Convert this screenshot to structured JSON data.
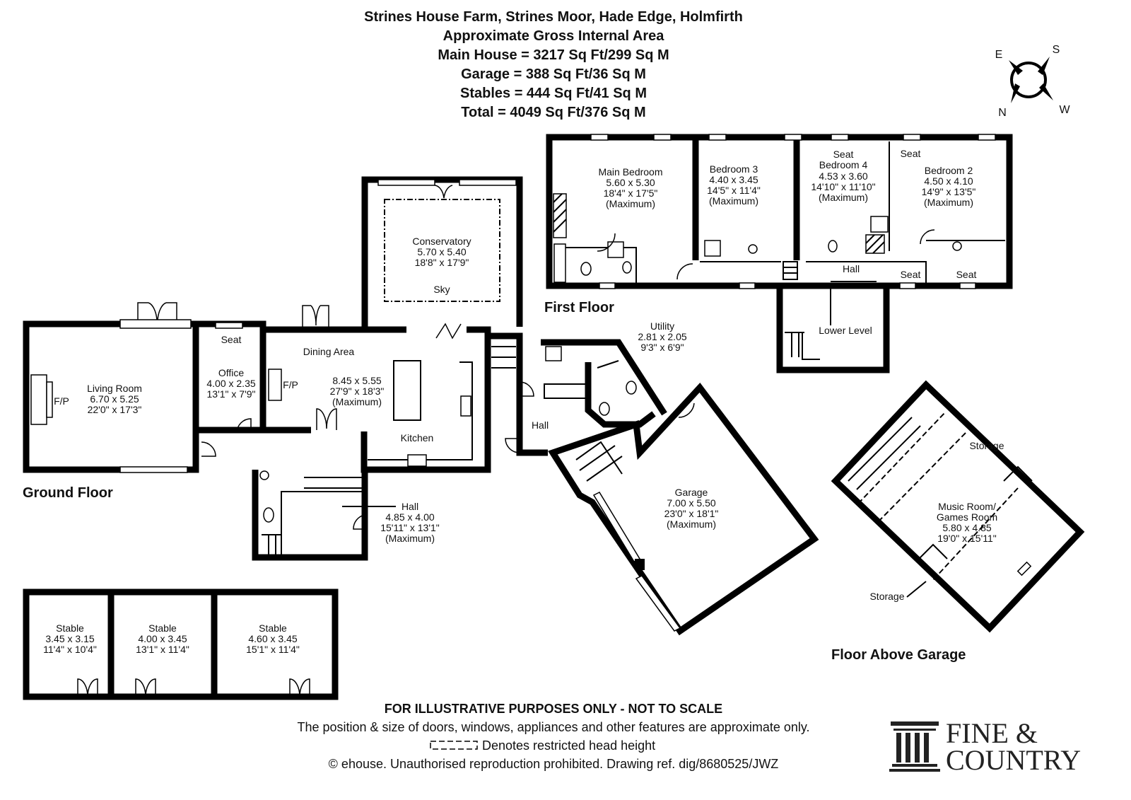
{
  "header": {
    "title": "Strines House Farm, Strines Moor, Hade Edge, Holmfirth",
    "subtitle": "Approximate Gross Internal Area",
    "areas": [
      "Main House = 3217 Sq Ft/299 Sq M",
      "Garage = 388 Sq Ft/36 Sq M",
      "Stables = 444 Sq Ft/41 Sq M",
      "Total = 4049 Sq Ft/376 Sq M"
    ]
  },
  "compass": {
    "e": "E",
    "s": "S",
    "n": "N",
    "w": "W"
  },
  "floors": {
    "ground": "Ground Floor",
    "first": "First Floor",
    "above_garage": "Floor Above Garage"
  },
  "rooms": {
    "living": {
      "name": "Living Room",
      "metric": "6.70 x 5.25",
      "imperial": "22'0\" x 17'3\"",
      "fp": "F/P"
    },
    "office": {
      "name": "Office",
      "metric": "4.00 x 2.35",
      "imperial": "13'1\" x 7'9\"",
      "seat": "Seat"
    },
    "dining": {
      "name": "Dining Area",
      "metric": "8.45 x 5.55",
      "imperial": "27'9\" x 18'3\"",
      "note": "(Maximum)",
      "fp": "F/P",
      "kitchen": "Kitchen"
    },
    "conservatory": {
      "name": "Conservatory",
      "metric": "5.70 x 5.40",
      "imperial": "18'8\" x 17'9\"",
      "sky": "Sky"
    },
    "ground_hall": {
      "name": "Hall",
      "metric": "4.85 x 4.00",
      "imperial": "15'11\" x 13'1\"",
      "note": "(Maximum)"
    },
    "east_hall": {
      "name": "Hall"
    },
    "utility": {
      "name": "Utility",
      "metric": "2.81 x 2.05",
      "imperial": "9'3\" x 6'9\""
    },
    "garage": {
      "name": "Garage",
      "metric": "7.00 x 5.50",
      "imperial": "23'0\" x 18'1\"",
      "note": "(Maximum)"
    },
    "main_bedroom": {
      "name": "Main Bedroom",
      "metric": "5.60 x 5.30",
      "imperial": "18'4\" x 17'5\"",
      "note": "(Maximum)"
    },
    "bedroom3": {
      "name": "Bedroom 3",
      "metric": "4.40 x 3.45",
      "imperial": "14'5\" x 11'4\"",
      "note": "(Maximum)"
    },
    "bedroom4": {
      "name": "Bedroom 4",
      "metric": "4.53 x 3.60",
      "imperial": "14'10\" x 11'10\"",
      "note": "(Maximum)",
      "seat": "Seat"
    },
    "bedroom2": {
      "name": "Bedroom 2",
      "metric": "4.50 x 4.10",
      "imperial": "14'9\" x 13'5\"",
      "note": "(Maximum)",
      "seat": "Seat"
    },
    "first_hall": {
      "name": "Hall",
      "seat1": "Seat",
      "seat2": "Seat"
    },
    "lower_level": {
      "name": "Lower Level"
    },
    "music": {
      "name": "Music Room/",
      "name2": "Games Room",
      "metric": "5.80 x 4.85",
      "imperial": "19'0\" x 15'11\"",
      "storage1": "Storage",
      "storage2": "Storage"
    },
    "stables": [
      {
        "name": "Stable",
        "metric": "3.45 x 3.15",
        "imperial": "11'4\" x 10'4\""
      },
      {
        "name": "Stable",
        "metric": "4.00 x 3.45",
        "imperial": "13'1\" x 11'4\""
      },
      {
        "name": "Stable",
        "metric": "4.60 x 3.45",
        "imperial": "15'1\" x 11'4\""
      }
    ]
  },
  "footer": {
    "disclaimer": "FOR ILLUSTRATIVE PURPOSES ONLY - NOT TO SCALE",
    "note": "The position & size of doors, windows, appliances and other features are approximate only.",
    "legend": "Denotes restricted head height",
    "copyright": "© ehouse. Unauthorised reproduction prohibited. Drawing ref. dig/8680525/JWZ"
  },
  "logo": {
    "line1": "FINE &",
    "line2": "COUNTRY"
  }
}
